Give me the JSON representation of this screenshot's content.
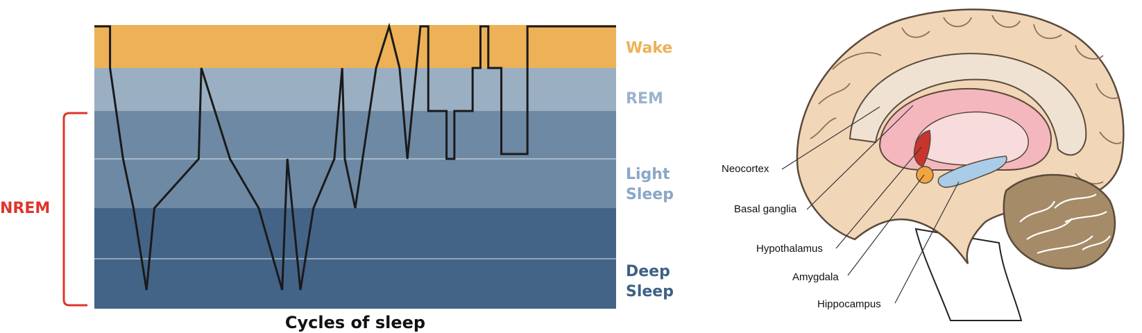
{
  "hypnogram": {
    "caption": "Cycles of sleep",
    "nrem_label": "NREM",
    "stages": [
      {
        "key": "wake",
        "label_lines": [
          "Wake"
        ],
        "color": "#EDB157",
        "label_color": "#EDB157"
      },
      {
        "key": "rem",
        "label_lines": [
          "REM"
        ],
        "color": "#9BAFC3",
        "label_color": "#9BB3CE"
      },
      {
        "key": "light",
        "label_lines": [
          "Light",
          "Sleep"
        ],
        "color": "#6E89A4",
        "label_color": "#8AA7C7"
      },
      {
        "key": "deep",
        "label_lines": [
          "Deep",
          "Sleep"
        ],
        "color": "#446487",
        "label_color": "#3F6185"
      }
    ],
    "bracket_color": "#E0342B",
    "trace_color": "#1a1a1a",
    "trace_levels": [
      0,
      0,
      1,
      2,
      2,
      3,
      3,
      4,
      4,
      3,
      3,
      2,
      2,
      1,
      1,
      2,
      2,
      3,
      3,
      4,
      4,
      2,
      2,
      4,
      4,
      3,
      3,
      2,
      2,
      1,
      1,
      2,
      2,
      3,
      3,
      1,
      1,
      0,
      0,
      1,
      1,
      2,
      2,
      0,
      0
    ],
    "trace_x": [
      0.0,
      0.03,
      0.03,
      0.055,
      0.055,
      0.075,
      0.075,
      0.1,
      0.1,
      0.115,
      0.115,
      0.2,
      0.2,
      0.205,
      0.205,
      0.26,
      0.26,
      0.315,
      0.315,
      0.36,
      0.36,
      0.37,
      0.37,
      0.395,
      0.395,
      0.42,
      0.42,
      0.46,
      0.46,
      0.475,
      0.475,
      0.48,
      0.48,
      0.5,
      0.5,
      0.54,
      0.54,
      0.565,
      0.565,
      0.585,
      0.585,
      0.6,
      0.6,
      0.625,
      0.625
    ]
  },
  "brain": {
    "labels": [
      "Neocortex",
      "Basal ganglia",
      "Hypothalamus",
      "Amygdala",
      "Hippocampus"
    ]
  }
}
